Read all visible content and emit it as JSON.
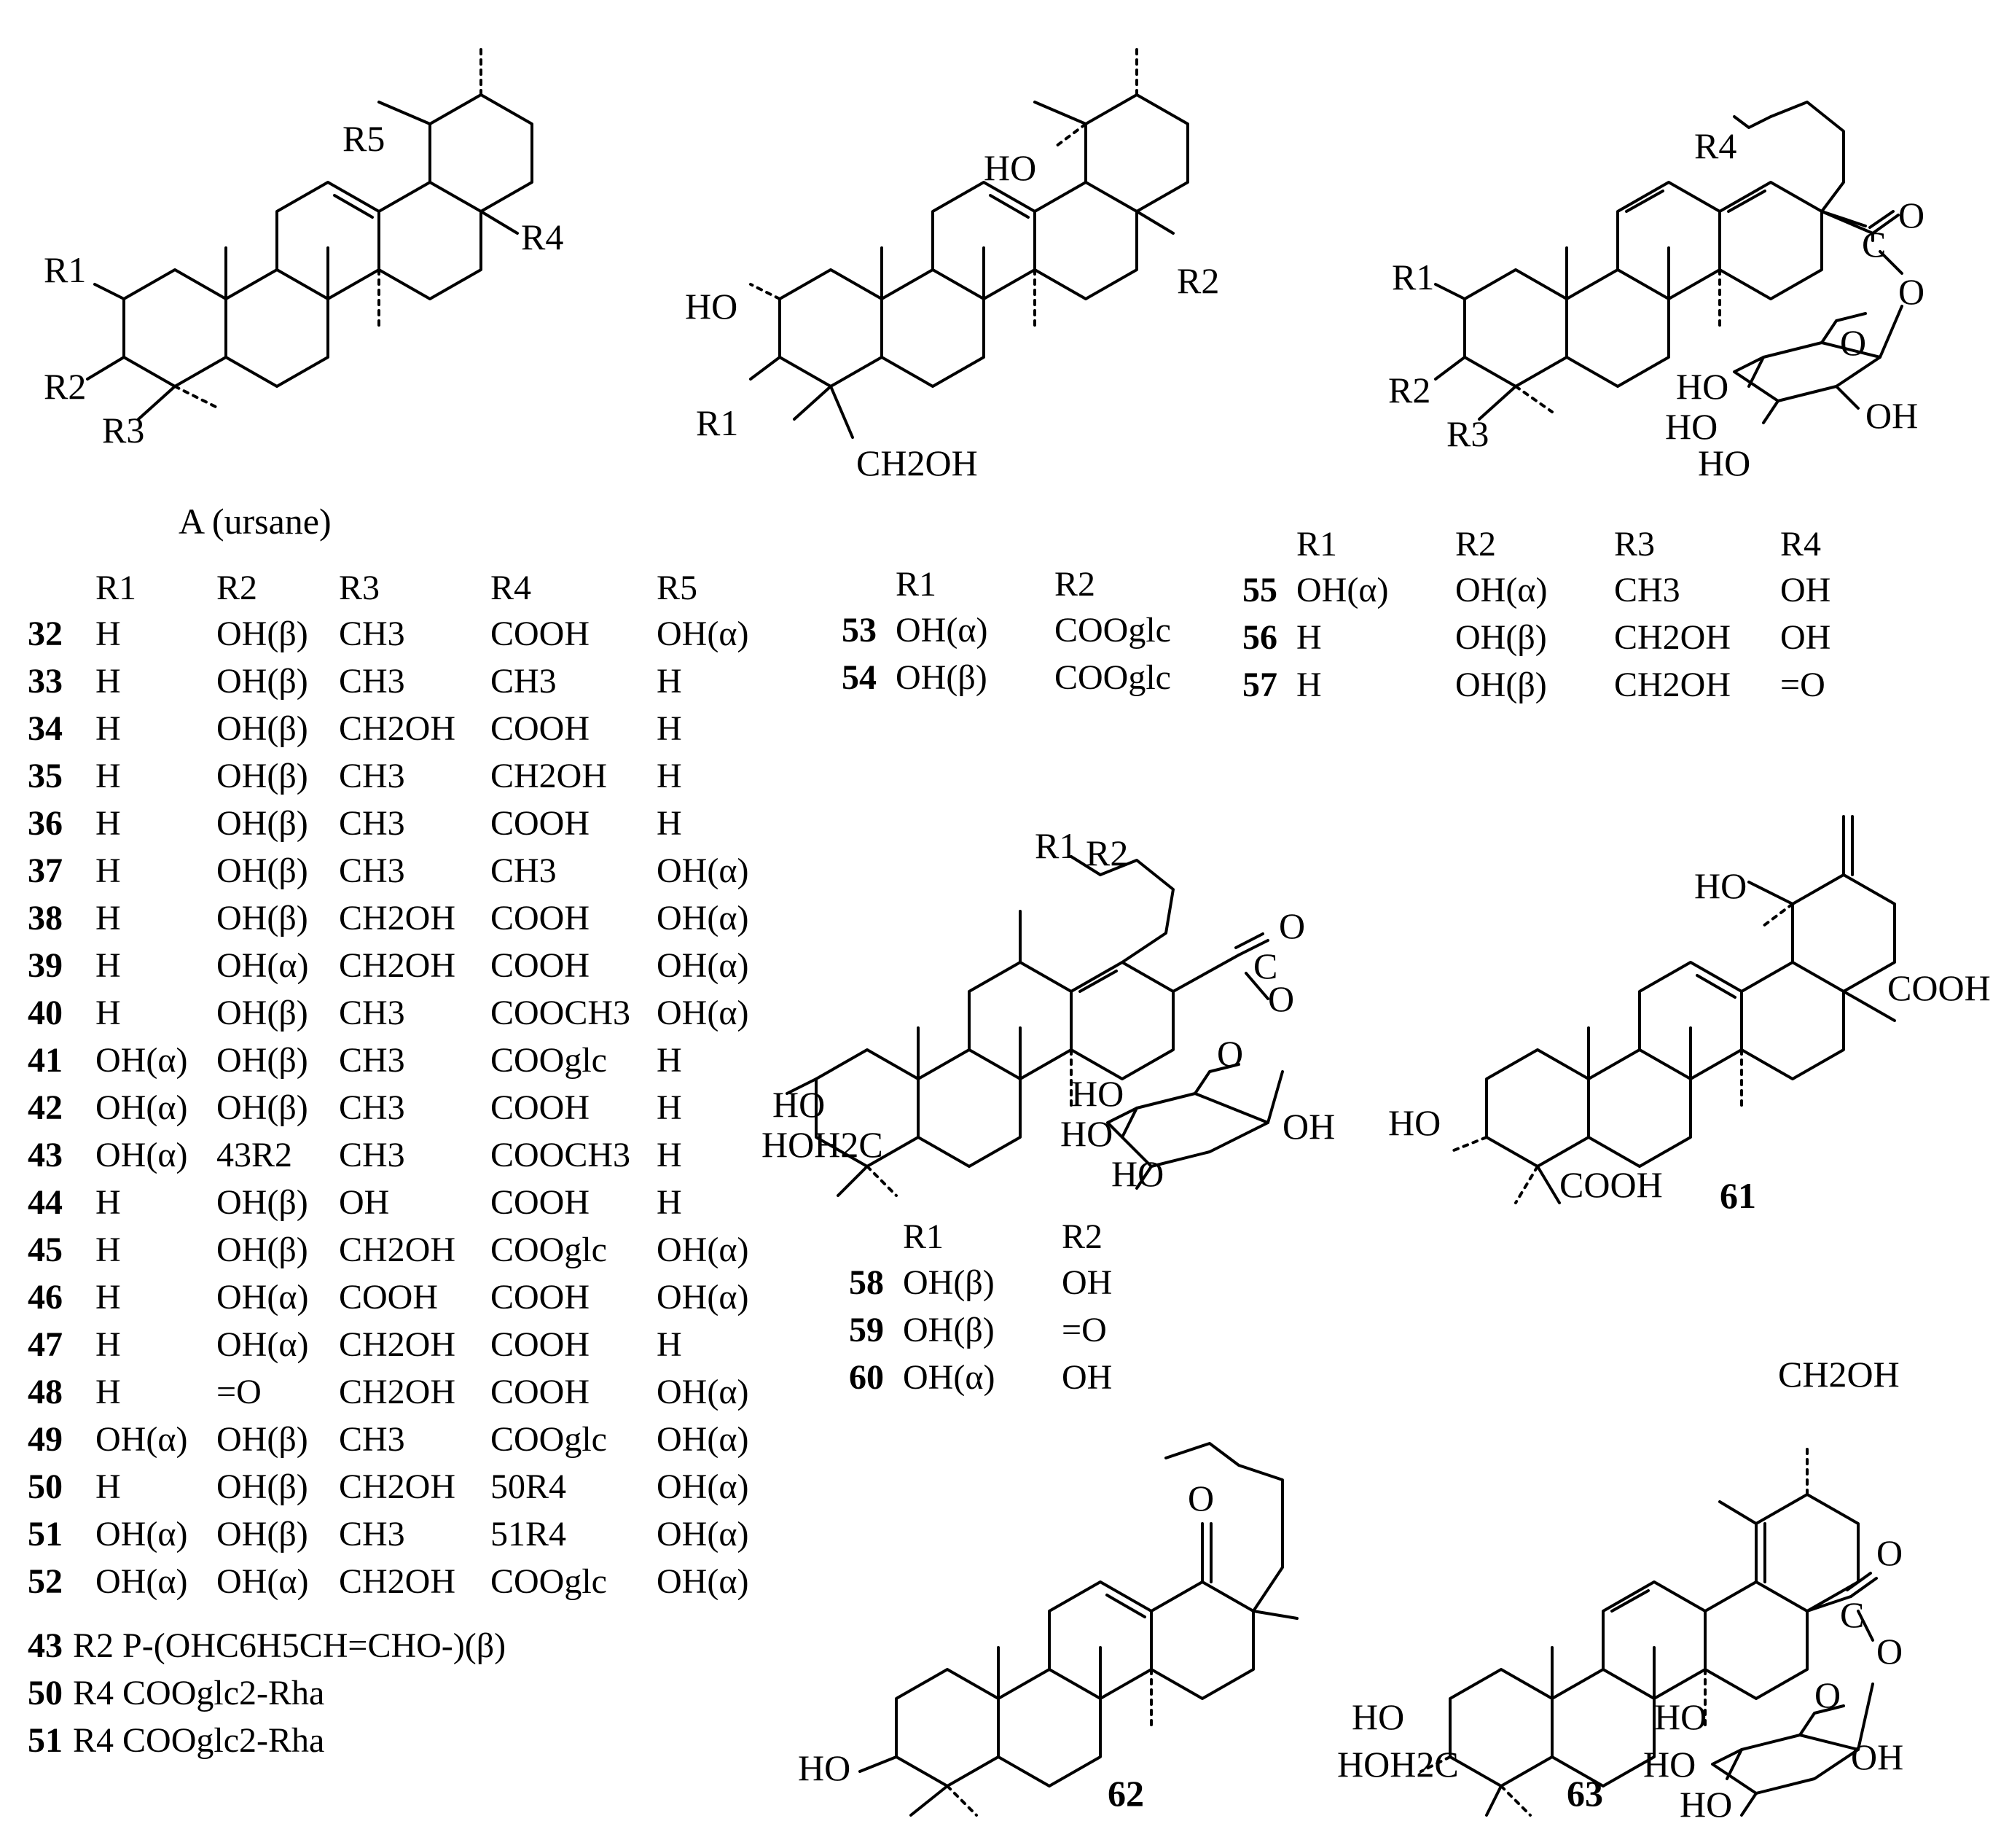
{
  "figure": {
    "structureA": {
      "caption": "A (ursane)",
      "R1": "R1",
      "R2": "R2",
      "R3": "R3",
      "R4": "R4",
      "R5": "R5"
    },
    "structureB": {
      "HO_top": "HO",
      "HO_left": "HO",
      "R1": "R1",
      "R2": "R2",
      "CH2OH": "CH2OH"
    },
    "structureC": {
      "R1": "R1",
      "R2": "R2",
      "R3": "R3",
      "R4": "R4",
      "C": "C",
      "O_top": "O",
      "O_ring": "O",
      "O_link": "O",
      "HO1": "HO",
      "HO2": "HO",
      "HO3": "HO",
      "OH": "OH"
    },
    "structureD": {
      "R1": "R1",
      "R2": "R2",
      "C": "C",
      "O_top": "O",
      "O_link": "O",
      "O_ring": "O",
      "HO_c3": "HO",
      "HOH2C": "HOH2C",
      "HO1": "HO",
      "HO2": "HO",
      "HO3": "HO",
      "OH": "OH"
    },
    "structure61": {
      "HO_top": "HO",
      "COOH_right": "COOH",
      "HO_left": "HO",
      "COOH_bottom": "COOH",
      "number": "61"
    },
    "structure62": {
      "O": "O",
      "HO": "HO",
      "number": "62"
    },
    "structure63": {
      "CH2OH": "CH2OH",
      "C": "C",
      "O_top": "O",
      "O_link": "O",
      "O_ring": "O",
      "HO_c3": "HO",
      "HOH2C": "HOH2C",
      "HO1": "HO",
      "HO2": "HO",
      "HO3": "HO",
      "OH": "OH",
      "number": "63"
    }
  },
  "tableA": {
    "headers": [
      "",
      "R1",
      "R2",
      "R3",
      "R4",
      "R5"
    ],
    "rows": [
      [
        "32",
        "H",
        "OH(β)",
        "CH3",
        "COOH",
        "OH(α)"
      ],
      [
        "33",
        "H",
        "OH(β)",
        "CH3",
        "CH3",
        "H"
      ],
      [
        "34",
        "H",
        "OH(β)",
        "CH2OH",
        "COOH",
        "H"
      ],
      [
        "35",
        "H",
        "OH(β)",
        "CH3",
        "CH2OH",
        "H"
      ],
      [
        "36",
        "H",
        "OH(β)",
        "CH3",
        "COOH",
        "H"
      ],
      [
        "37",
        "H",
        "OH(β)",
        "CH3",
        "CH3",
        "OH(α)"
      ],
      [
        "38",
        "H",
        "OH(β)",
        "CH2OH",
        "COOH",
        "OH(α)"
      ],
      [
        "39",
        "H",
        "OH(α)",
        "CH2OH",
        "COOH",
        "OH(α)"
      ],
      [
        "40",
        "H",
        "OH(β)",
        "CH3",
        "COOCH3",
        "OH(α)"
      ],
      [
        "41",
        "OH(α)",
        "OH(β)",
        "CH3",
        "COOglc",
        "H"
      ],
      [
        "42",
        "OH(α)",
        "OH(β)",
        "CH3",
        "COOH",
        "H"
      ],
      [
        "43",
        "OH(α)",
        "43R2",
        "CH3",
        "COOCH3",
        "H"
      ],
      [
        "44",
        "H",
        "OH(β)",
        "OH",
        "COOH",
        "H"
      ],
      [
        "45",
        "H",
        "OH(β)",
        "CH2OH",
        "COOglc",
        "OH(α)"
      ],
      [
        "46",
        "H",
        "OH(α)",
        "COOH",
        "COOH",
        "OH(α)"
      ],
      [
        "47",
        "H",
        "OH(α)",
        "CH2OH",
        "COOH",
        "H"
      ],
      [
        "48",
        "H",
        "=O",
        "CH2OH",
        "COOH",
        "OH(α)"
      ],
      [
        "49",
        "OH(α)",
        "OH(β)",
        "CH3",
        "COOglc",
        "OH(α)"
      ],
      [
        "50",
        "H",
        "OH(β)",
        "CH2OH",
        "50R4",
        "OH(α)"
      ],
      [
        "51",
        "OH(α)",
        "OH(β)",
        "CH3",
        "51R4",
        "OH(α)"
      ],
      [
        "52",
        "OH(α)",
        "OH(α)",
        "CH2OH",
        "COOglc",
        "OH(α)"
      ]
    ],
    "notes": [
      {
        "num": "43",
        "text": "R2  P-(OHC6H5CH=CHO-)(β)"
      },
      {
        "num": "50",
        "text": "R4  COOglc2-Rha"
      },
      {
        "num": "51",
        "text": "R4  COOglc2-Rha"
      }
    ]
  },
  "tableB": {
    "headers": [
      "",
      "R1",
      "R2"
    ],
    "rows": [
      [
        "53",
        "OH(α)",
        "COOglc"
      ],
      [
        "54",
        "OH(β)",
        "COOglc"
      ]
    ]
  },
  "tableC": {
    "headers": [
      "",
      "R1",
      "R2",
      "R3",
      "R4"
    ],
    "rows": [
      [
        "55",
        "OH(α)",
        "OH(α)",
        "CH3",
        "OH"
      ],
      [
        "56",
        "H",
        "OH(β)",
        "CH2OH",
        "OH"
      ],
      [
        "57",
        "H",
        "OH(β)",
        "CH2OH",
        "=O"
      ]
    ]
  },
  "tableD": {
    "headers": [
      "",
      "R1",
      "R2"
    ],
    "rows": [
      [
        "58",
        "OH(β)",
        "OH"
      ],
      [
        "59",
        "OH(β)",
        "=O"
      ],
      [
        "60",
        "OH(α)",
        "OH"
      ]
    ]
  }
}
